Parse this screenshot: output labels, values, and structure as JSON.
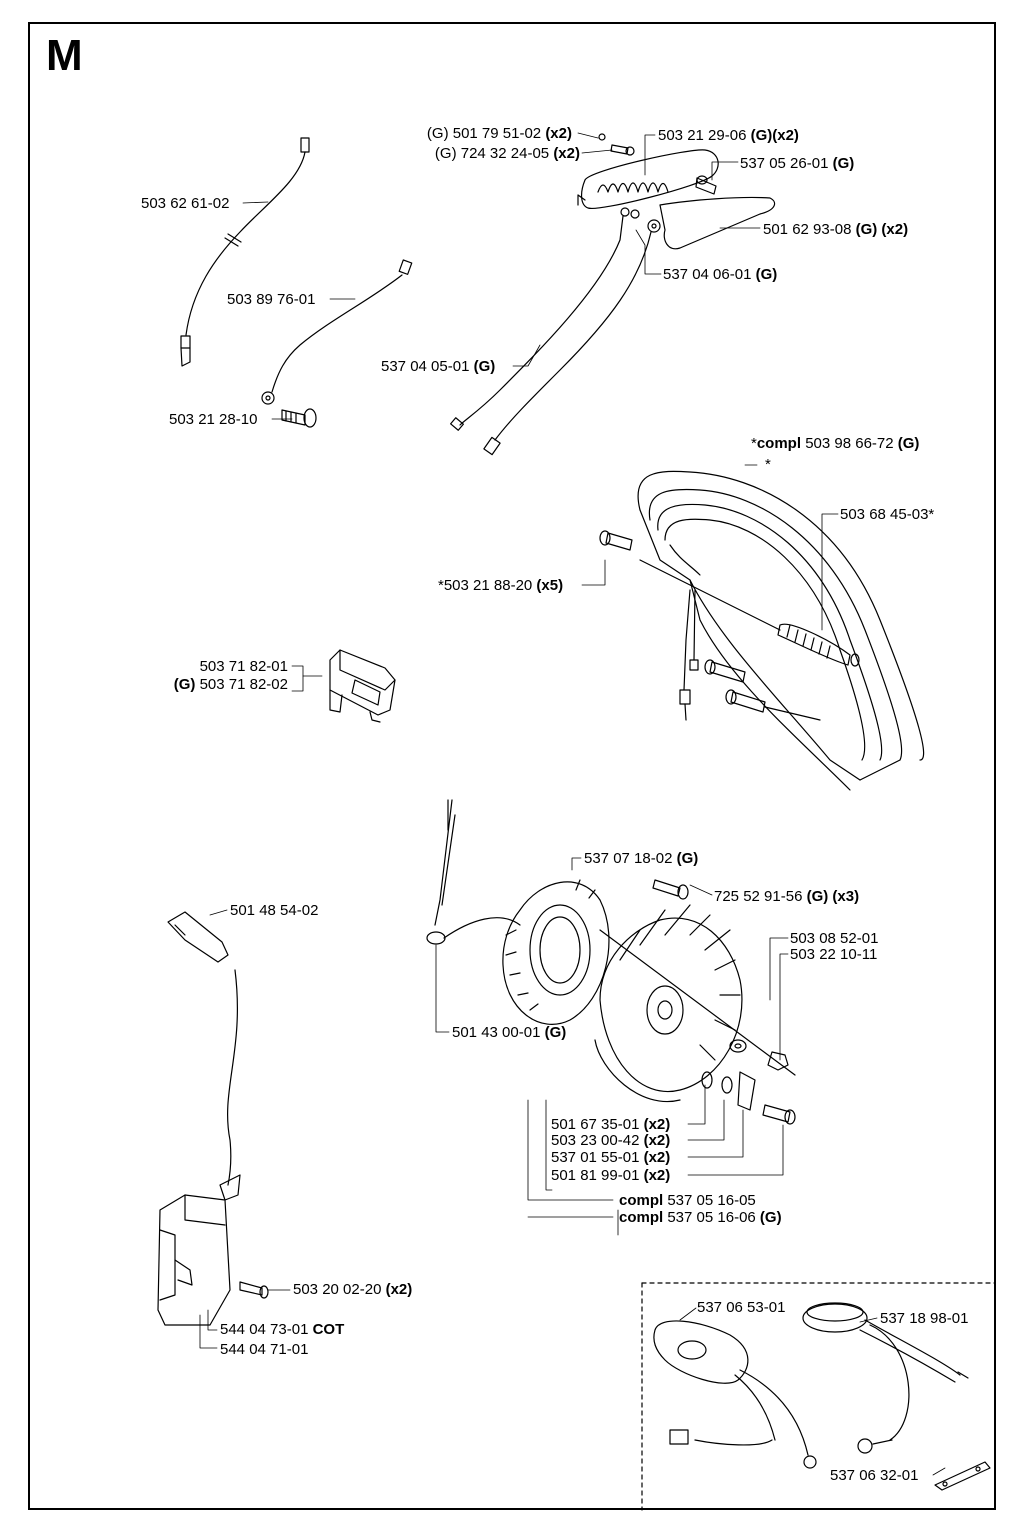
{
  "section_letter": "M",
  "labels": {
    "p1": {
      "pre": "(G) ",
      "code": "501 79 51-02 ",
      "qty": "(x2)"
    },
    "p2": {
      "pre": "(G) ",
      "code": "724 32 24-05 ",
      "qty": "(x2)"
    },
    "p3": {
      "code": "503 21 29-06 ",
      "qty": "(G)(x2)"
    },
    "p4": {
      "code": "537 05 26-01 ",
      "qty": "(G)"
    },
    "p5": {
      "code": "503 62 61-02"
    },
    "p6": {
      "code": "501 62 93-08 ",
      "qty": "(G) (x2)"
    },
    "p7": {
      "code": "537 04 06-01 ",
      "qty": "(G)"
    },
    "p8": {
      "code": "503 89 76-01"
    },
    "p9": {
      "code": "537 04 05-01 ",
      "qty": "(G)"
    },
    "p10": {
      "code": "503 21 28-10"
    },
    "p11": {
      "pre": "*",
      "bold": "compl ",
      "code": "503 98 66-72 ",
      "qty": "(G)"
    },
    "p11b": {
      "code": "*"
    },
    "p12": {
      "code": "503 68 45-03*"
    },
    "p13": {
      "code": "*503 21 88-20 ",
      "qty": "(x5)"
    },
    "p14": {
      "code": "503 71 82-01"
    },
    "p15": {
      "pre": "(G) ",
      "code": "503 71 82-02"
    },
    "p16": {
      "code": "537 07 18-02 ",
      "qty": "(G)"
    },
    "p17": {
      "code": "725 52 91-56 ",
      "qty": "(G) (x3)"
    },
    "p18": {
      "code": "501 48 54-02"
    },
    "p19": {
      "code": "503 08 52-01"
    },
    "p20": {
      "code": "503 22 10-11"
    },
    "p21": {
      "code": "501 43 00-01 ",
      "qty": "(G)"
    },
    "p22": {
      "code": "501 67 35-01 ",
      "qty": "(x2)"
    },
    "p23": {
      "code": "503 23 00-42 ",
      "qty": "(x2)"
    },
    "p24": {
      "code": "537 01 55-01 ",
      "qty": "(x2)"
    },
    "p25": {
      "code": "501 81 99-01 ",
      "qty": "(x2)"
    },
    "p26": {
      "bold": "compl ",
      "code": "537 05 16-05"
    },
    "p27": {
      "bold": "compl ",
      "code": "537 05 16-06 ",
      "qty": "(G)"
    },
    "p28": {
      "code": "503 20 02-20 ",
      "qty": "(x2)"
    },
    "p29": {
      "code": "544 04 73-01 ",
      "qty": "COT"
    },
    "p30": {
      "code": "544 04 71-01"
    },
    "p31": {
      "code": "537 06 53-01"
    },
    "p32": {
      "code": "537 18 98-01"
    },
    "p33": {
      "code": "537 06 32-01"
    }
  }
}
